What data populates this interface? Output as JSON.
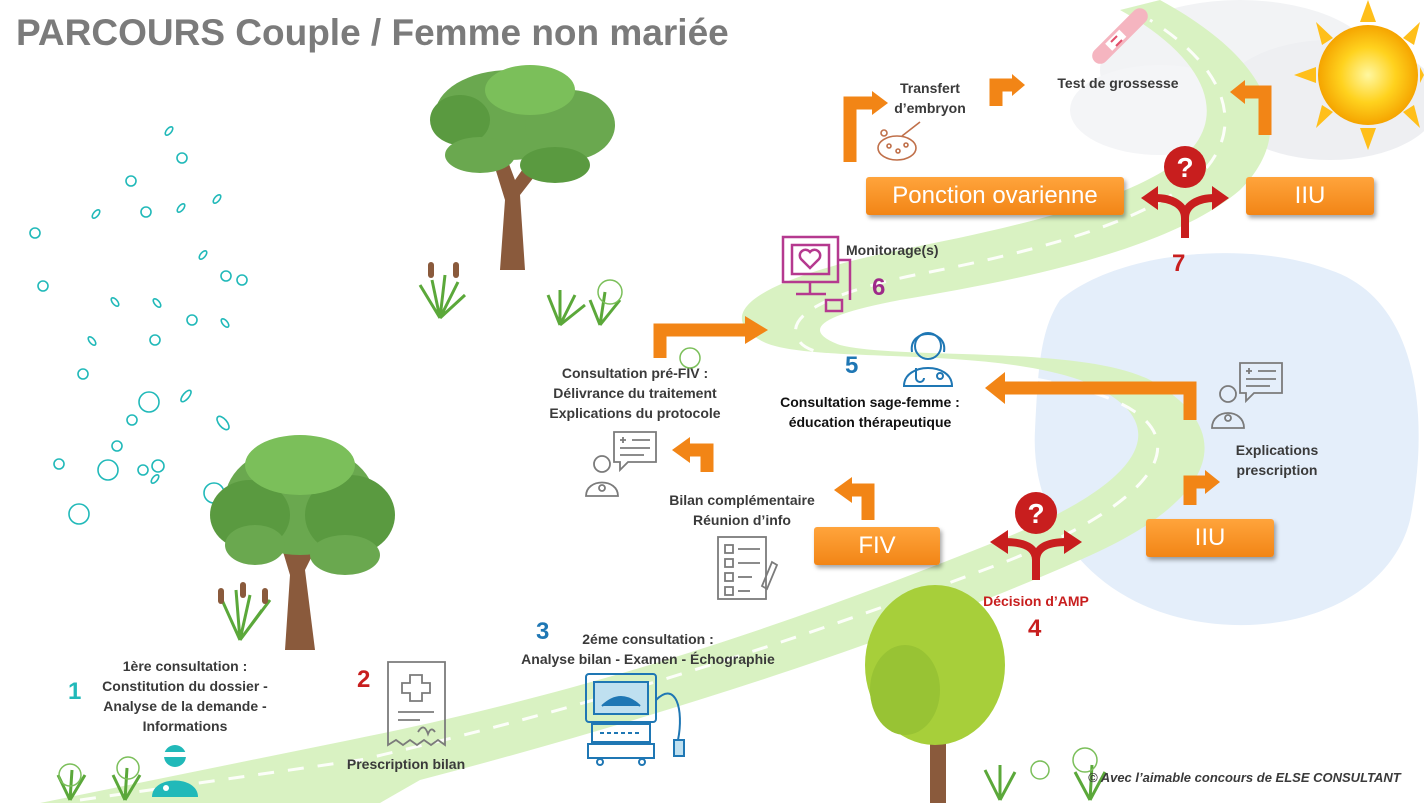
{
  "title": "PARCOURS Couple / Femme non mariée",
  "credit": "© Avec l’aimable concours de ELSE CONSULTANT",
  "steps": {
    "s1": {
      "num": "1",
      "line1": "1ère consultation :",
      "line2": "Constitution du dossier -",
      "line3": "Analyse de la demande -",
      "line4": "Informations"
    },
    "s2": {
      "num": "2",
      "label": "Prescription  bilan"
    },
    "s3": {
      "num": "3",
      "line1": "2éme consultation :",
      "line2": "Analyse bilan - Examen - Échographie"
    },
    "s4": {
      "num": "4",
      "label": "Décision d’AMP"
    },
    "bilan": {
      "line1": "Bilan complémentaire",
      "line2": "Réunion d’info"
    },
    "prefiv": {
      "line1": "Consultation pré-FIV :",
      "line2": "Délivrance du traitement",
      "line3": "Explications du protocole"
    },
    "s5": {
      "num": "5",
      "line1": "Consultation sage-femme :",
      "line2": "éducation thérapeutique"
    },
    "explications": {
      "line1": "Explications",
      "line2": "prescription"
    },
    "s6": {
      "num": "6",
      "label": "Monitorage(s)"
    },
    "s7": {
      "num": "7"
    },
    "transfert": {
      "line1": "Transfert",
      "line2": "d’embryon"
    },
    "test": {
      "label": "Test de grossesse"
    }
  },
  "buttons": {
    "fiv": "FIV",
    "iiu_lower": "IIU",
    "ponction": "Ponction ovarienne",
    "iiu_upper": "IIU"
  },
  "colors": {
    "road": "#d9f2c2",
    "orange": "#f28516",
    "decision_red": "#c81e1e",
    "teal": "#21b9b9",
    "blue_step": "#1f77b4",
    "purple": "#9e2a8a",
    "water": "#e4eefa"
  },
  "icons": [
    "doctor-icon",
    "prescription-icon",
    "ultrasound-machine-icon",
    "checklist-icon",
    "teleconsult-icon",
    "midwife-icon",
    "monitor-heart-icon",
    "petri-dish-icon",
    "pregnancy-test-icon",
    "decision-question-icon",
    "sun-icon",
    "tree-icon",
    "grass-icon"
  ]
}
